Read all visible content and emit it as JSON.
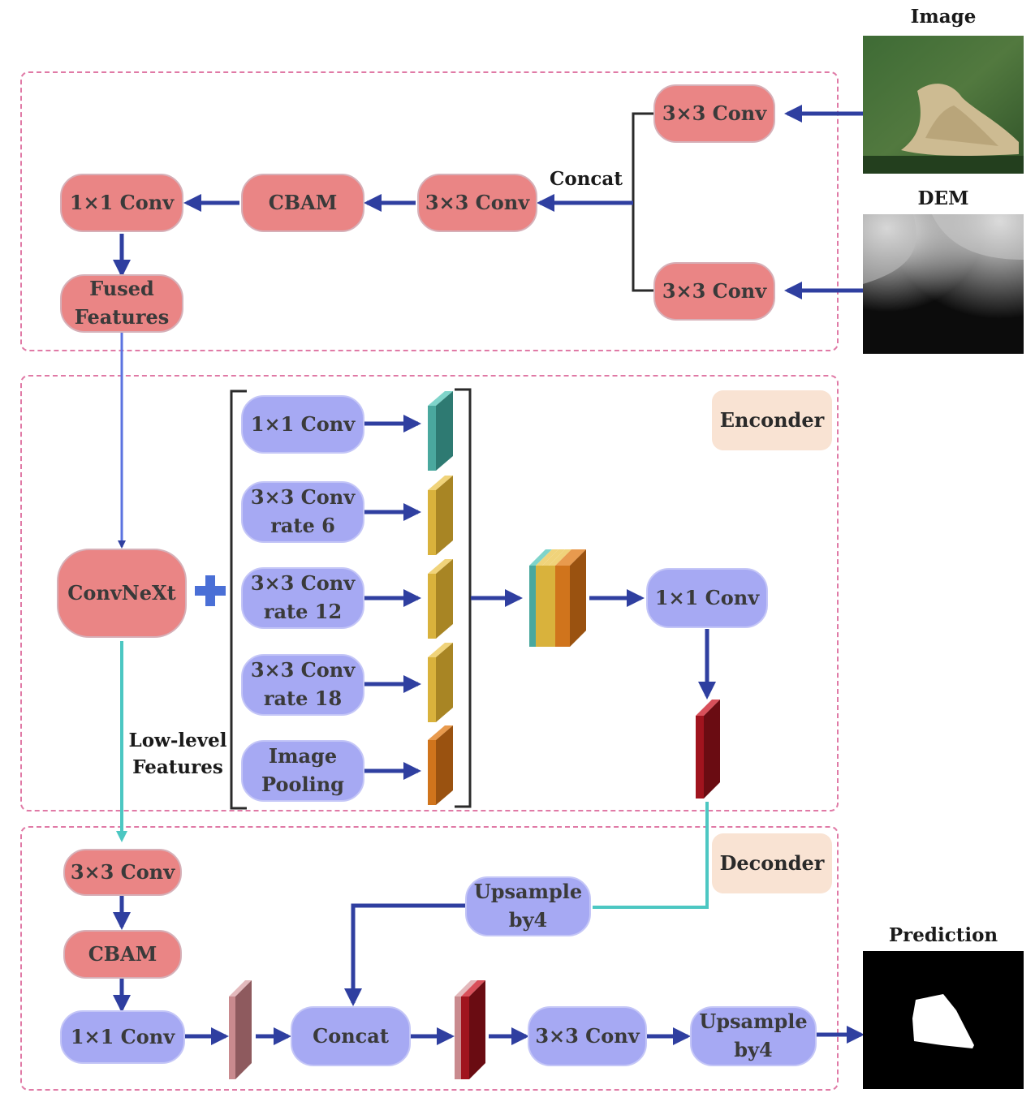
{
  "images": {
    "image_title": "Image",
    "dem_title": "DEM",
    "prediction_title": "Prediction"
  },
  "fusion": {
    "conv3_image": "3×3 Conv",
    "conv3_dem": "3×3 Conv",
    "concat_label": "Concat",
    "conv3_fused": "3×3 Conv",
    "cbam": "CBAM",
    "conv1": "1×1 Conv",
    "fused_features": "Fused\nFeatures"
  },
  "encoder": {
    "badge": "Enconder",
    "backbone": "ConvNeXt",
    "aspp": [
      {
        "label": "1×1 Conv",
        "color": "#4aa89e"
      },
      {
        "label": "3×3 Conv\nrate 6",
        "color": "#d9b23c"
      },
      {
        "label": "3×3 Conv\nrate 12",
        "color": "#d9b23c"
      },
      {
        "label": "3×3 Conv\nrate 18",
        "color": "#d9b23c"
      },
      {
        "label": "Image\nPooling",
        "color": "#d0741c"
      }
    ],
    "conv1_after": "1×1 Conv",
    "low_level_label": "Low-level\nFeatures"
  },
  "decoder": {
    "badge": "Deconder",
    "conv3": "3×3 Conv",
    "cbam": "CBAM",
    "conv1": "1×1 Conv",
    "upsample_a": "Upsample\nby4",
    "concat": "Concat",
    "conv3_b": "3×3 Conv",
    "upsample_b": "Upsample\nby4"
  },
  "colors": {
    "arrow": "#2f3fa0",
    "teal_link": "#4cc7c2",
    "frame": "#e07aa6",
    "red_node": "#ea8585",
    "blue_node": "#a6a9f3",
    "aspp_concat_stack": [
      "#4aa89e",
      "#d9b23c",
      "#d9b23c",
      "#d9b23c",
      "#d0741c"
    ],
    "encoder_out": "#a0141e",
    "decoder_feature": "#c98a8e",
    "decoder_concat": [
      "#c98a8e",
      "#a0141e"
    ]
  }
}
